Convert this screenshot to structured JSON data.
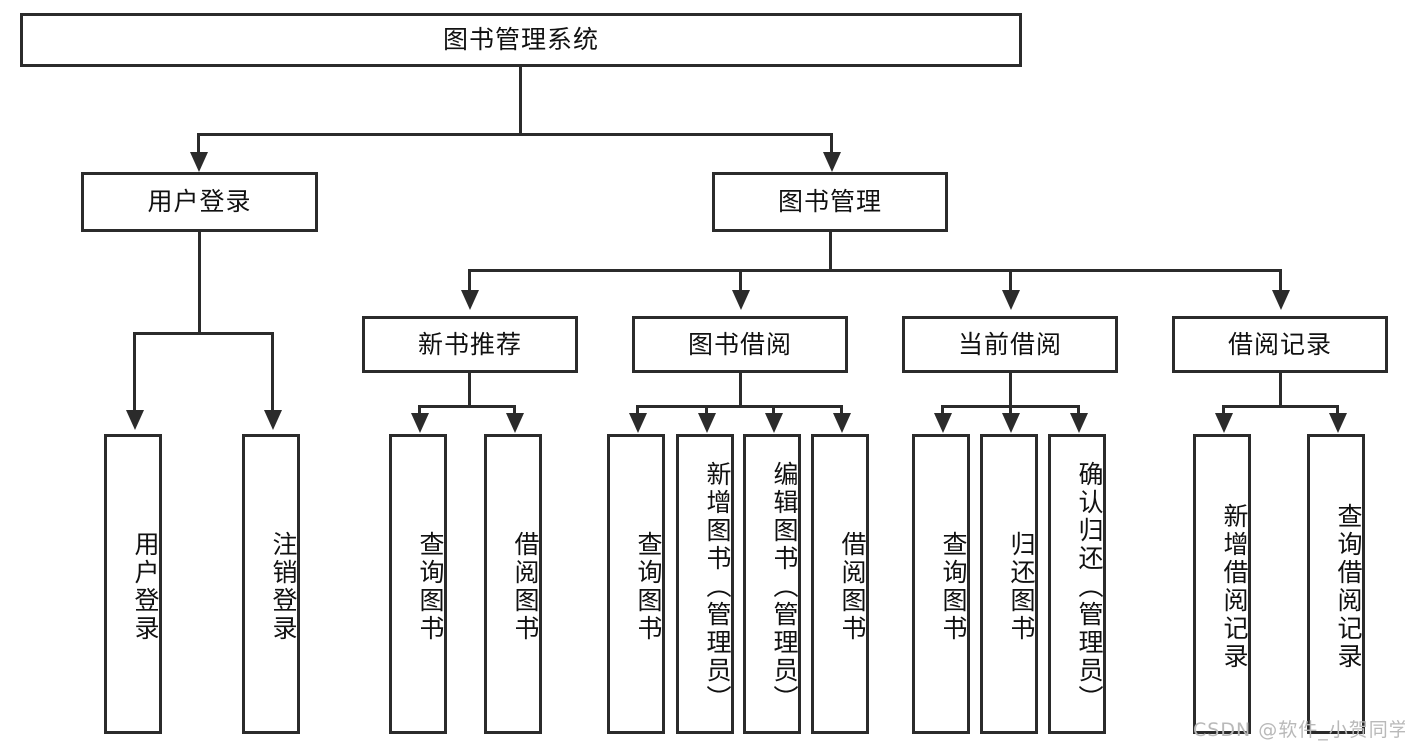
{
  "diagram": {
    "title": "图书管理系统",
    "type": "tree-hierarchy-diagram",
    "colors": {
      "stroke": "#2b2b2b",
      "fill": "#ffffff",
      "text": "#111111",
      "watermark": "#b9b9b9"
    },
    "nodes": {
      "root": {
        "label": "图书管理系统",
        "level": 1,
        "orientation": "horizontal"
      },
      "l2": [
        {
          "id": "user-login",
          "label": "用户登录",
          "level": 2,
          "orientation": "horizontal"
        },
        {
          "id": "book-manage",
          "label": "图书管理",
          "level": 2,
          "orientation": "horizontal"
        }
      ],
      "l3": [
        {
          "id": "new-book-recommend",
          "label": "新书推荐",
          "level": 3,
          "orientation": "horizontal"
        },
        {
          "id": "book-borrow",
          "label": "图书借阅",
          "level": 3,
          "orientation": "horizontal"
        },
        {
          "id": "current-borrow",
          "label": "当前借阅",
          "level": 3,
          "orientation": "horizontal"
        },
        {
          "id": "borrow-record",
          "label": "借阅记录",
          "level": 3,
          "orientation": "horizontal"
        }
      ],
      "leaves": [
        {
          "id": "leaf-user-login",
          "label": "用户登录",
          "parent": "user-login",
          "orientation": "vertical"
        },
        {
          "id": "leaf-logout-login",
          "label": "注销登录",
          "parent": "user-login",
          "orientation": "vertical"
        },
        {
          "id": "leaf-query-book-1",
          "label": "查询图书",
          "parent": "new-book-recommend",
          "orientation": "vertical"
        },
        {
          "id": "leaf-borrow-book-1",
          "label": "借阅图书",
          "parent": "new-book-recommend",
          "orientation": "vertical"
        },
        {
          "id": "leaf-query-book-2",
          "label": "查询图书",
          "parent": "book-borrow",
          "orientation": "vertical"
        },
        {
          "id": "leaf-add-book",
          "label": "新增图书（管理员）",
          "parent": "book-borrow",
          "orientation": "vertical"
        },
        {
          "id": "leaf-edit-book",
          "label": "编辑图书（管理员）",
          "parent": "book-borrow",
          "orientation": "vertical"
        },
        {
          "id": "leaf-borrow-book-2",
          "label": "借阅图书",
          "parent": "book-borrow",
          "orientation": "vertical"
        },
        {
          "id": "leaf-query-book-3",
          "label": "查询图书",
          "parent": "current-borrow",
          "orientation": "vertical"
        },
        {
          "id": "leaf-return-book",
          "label": "归还图书",
          "parent": "current-borrow",
          "orientation": "vertical"
        },
        {
          "id": "leaf-confirm-return",
          "label": "确认归还（管理员）",
          "parent": "current-borrow",
          "orientation": "vertical"
        },
        {
          "id": "leaf-add-record",
          "label": "新增借阅记录",
          "parent": "borrow-record",
          "orientation": "vertical"
        },
        {
          "id": "leaf-query-record",
          "label": "查询借阅记录",
          "parent": "borrow-record",
          "orientation": "vertical"
        }
      ]
    },
    "watermark": "CSDN @软件_小贺同学"
  }
}
